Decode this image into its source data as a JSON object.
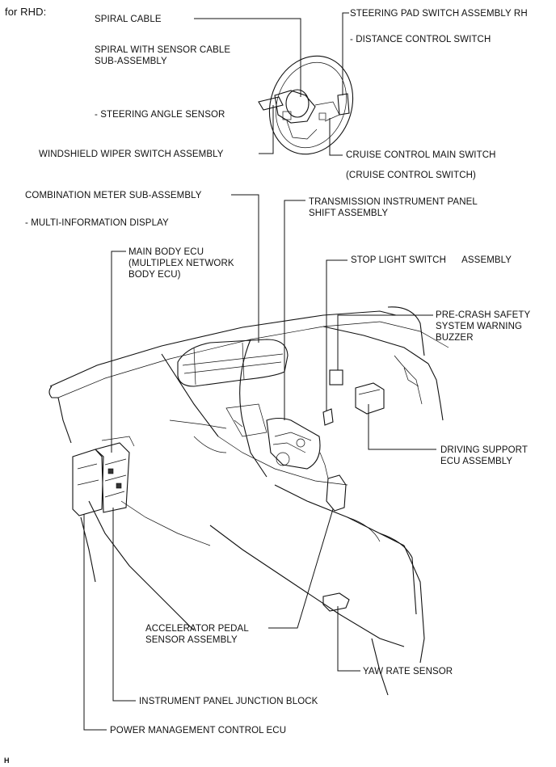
{
  "header": "for RHD:",
  "footer_code": "H",
  "labels": {
    "spiral_cable": "SPIRAL CABLE",
    "spiral_sensor_cable": "SPIRAL WITH SENSOR CABLE\nSUB-ASSEMBLY",
    "steering_angle_sensor": "- STEERING ANGLE SENSOR",
    "windshield_wiper_switch": "WINDSHIELD WIPER SWITCH ASSEMBLY",
    "steering_pad_switch": "STEERING PAD SWITCH ASSEMBLY RH",
    "distance_control_switch": "- DISTANCE CONTROL SWITCH",
    "cruise_control_main_switch": "CRUISE CONTROL MAIN SWITCH",
    "cruise_control_switch": "(CRUISE CONTROL SWITCH)",
    "combination_meter": "COMBINATION METER SUB-ASSEMBLY",
    "multi_information_display": "- MULTI-INFORMATION DISPLAY",
    "transmission_shift": "TRANSMISSION INSTRUMENT PANEL\nSHIFT ASSEMBLY",
    "main_body_ecu": "MAIN BODY ECU\n(MULTIPLEX NETWORK\nBODY ECU)",
    "stop_light_switch": "STOP LIGHT SWITCH      ASSEMBLY",
    "pre_crash_buzzer": "PRE-CRASH SAFETY\nSYSTEM WARNING\nBUZZER",
    "driving_support_ecu": "DRIVING SUPPORT\nECU ASSEMBLY",
    "accelerator_pedal_sensor": "ACCELERATOR PEDAL\nSENSOR ASSEMBLY",
    "yaw_rate_sensor": "YAW RATE SENSOR",
    "instrument_panel_junction_block": "INSTRUMENT PANEL JUNCTION BLOCK",
    "power_management_ecu": "POWER MANAGEMENT CONTROL ECU"
  }
}
